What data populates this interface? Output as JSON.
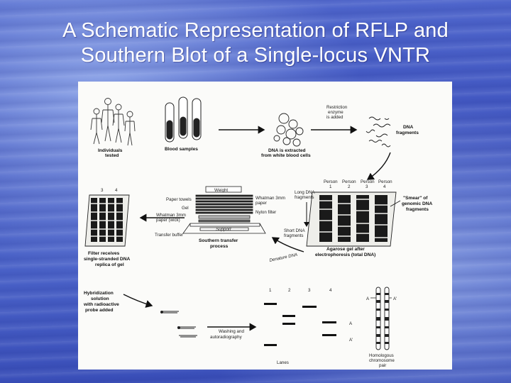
{
  "slide": {
    "title_line1": "A Schematic Representation of RFLP and",
    "title_line2": "Southern Blot of a Single-locus VNTR",
    "background_color": "#4a62c8",
    "title_color": "#ffffff"
  },
  "diagram": {
    "individuals_label": [
      "Individuals",
      "tested"
    ],
    "blood_samples_label": "Blood samples",
    "dna_extracted_label": [
      "DNA is extracted",
      "from white blood cells"
    ],
    "restriction_label": [
      "Restriction",
      "enzyme",
      "is added"
    ],
    "dna_fragments_label": [
      "DNA",
      "fragments"
    ],
    "person_labels": [
      "Person",
      "Person",
      "Person",
      "Person"
    ],
    "lane_numbers": [
      "1",
      "2",
      "3",
      "4"
    ],
    "long_fragments_label": [
      "Long DNA",
      "fragments"
    ],
    "short_fragments_label": [
      "Short DNA",
      "fragments"
    ],
    "smear_label": [
      "\"Smear\" of",
      "genomic DNA",
      "fragments"
    ],
    "agarose_label": [
      "Agarose gel after",
      "electrophoresis (total DNA)"
    ],
    "denature_label": "Denature DNA",
    "weight_label": "Weight",
    "paper_towels_label": "Paper towels",
    "gel_label": "Gel",
    "whatman_wick_label": [
      "Whatman 3mm",
      "paper (wick)"
    ],
    "transfer_buffer_label": "Transfer buffer",
    "whatman_right_label": [
      "Whatman 3mm",
      "paper"
    ],
    "nylon_label": "Nylon filter",
    "support_label": "Support",
    "southern_label": [
      "Southern transfer",
      "process"
    ],
    "filter_lane_numbers": [
      "3",
      "4"
    ],
    "filter_label": [
      "Filter receives",
      "single-stranded DNA",
      "replica of gel"
    ],
    "hybridization_label": [
      "Hybridization",
      "solution",
      "with radioactive",
      "probe added"
    ],
    "washing_label": [
      "Washing and",
      "autoradiography"
    ],
    "film_lane_numbers": [
      "1",
      "2",
      "3",
      "4"
    ],
    "allele_a_label": "A",
    "allele_a_prime_label": "A'",
    "homologous_label": [
      "Homologous",
      "chromosome",
      "pair"
    ],
    "lanes_label": "Lanes"
  }
}
